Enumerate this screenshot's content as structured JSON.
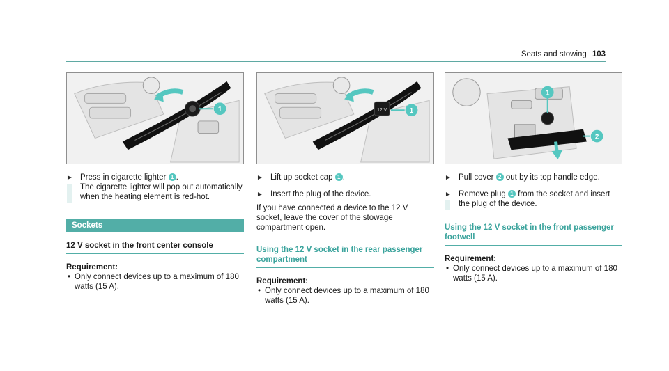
{
  "header": {
    "section_title": "Seats and stowing",
    "page_number": "103"
  },
  "col1": {
    "step1": {
      "text_before": "Press in cigarette lighter ",
      "badge": "1",
      "text_after": ".",
      "result": "The cigarette lighter will pop out automatically when the heating element is red-hot."
    },
    "section_title": "Sockets",
    "subheading": "12 V socket in the front center console",
    "requirement_label": "Requirement:",
    "requirement_item": "Only connect devices up to a maximum of 180 watts (15 A)."
  },
  "col2": {
    "step1": {
      "text_before": "Lift up socket cap ",
      "badge": "1",
      "text_after": "."
    },
    "step2": {
      "text": "Insert the plug of the device."
    },
    "note": "If you have connected a device to the 12 V socket, leave the cover of the stowage compartment open.",
    "subheading": "Using the 12 V socket in the rear passenger compartment",
    "requirement_label": "Requirement:",
    "requirement_item": "Only connect devices up to a maximum of 180 watts (15 A)."
  },
  "col3": {
    "step1": {
      "text_before": "Pull cover ",
      "badge": "2",
      "text_after": " out by its top handle edge."
    },
    "step2": {
      "text_before": "Remove plug ",
      "badge": "1",
      "text_after": " from the socket and insert the plug of the device."
    },
    "subheading": "Using the 12 V socket in the front passenger footwell",
    "requirement_label": "Requirement:",
    "requirement_item": "Only connect devices up to a maximum of 180 watts (15 A)."
  },
  "figures": {
    "fig1_callouts": [
      "1"
    ],
    "fig2_callouts": [
      "1"
    ],
    "fig3_callouts": [
      "1",
      "2"
    ],
    "socket_label": "12 V"
  },
  "colors": {
    "accent": "#52aea7",
    "callout": "#55c7c0"
  }
}
